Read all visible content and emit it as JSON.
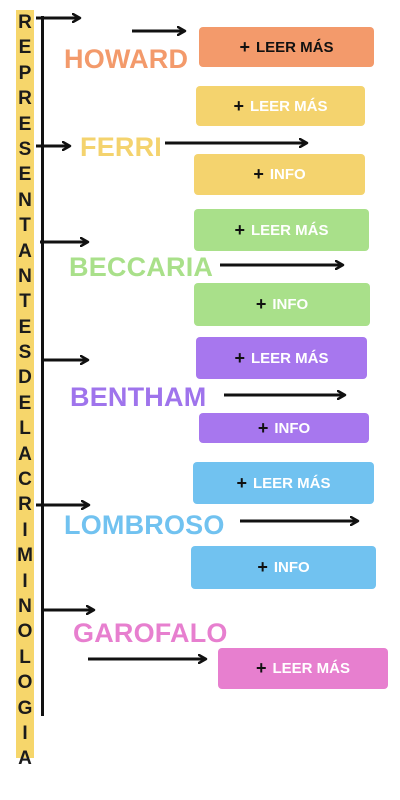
{
  "vertical_title": "REPRESENTANTESDELACRIMINOLOGIA",
  "plus_glyph": "+",
  "names": {
    "howard": "HOWARD",
    "ferri": "FERRI",
    "beccaria": "BECCARIA",
    "bentham": "BENTHAM",
    "lombroso": "LOMBROSO",
    "garofalo": "GAROFALO"
  },
  "buttons": {
    "howard_leer": "LEER MÁS",
    "ferri_leer": "LEER MÁS",
    "ferri_info": "INFO",
    "beccaria_leer": "LEER MÁS",
    "beccaria_info": "INFO",
    "bentham_leer": "LEER MÁS",
    "bentham_info": "INFO",
    "lombroso_leer": "LEER MÁS",
    "lombroso_info": "INFO",
    "garofalo_leer": "LEER MÁS"
  },
  "colors": {
    "howard": "#f39a6b",
    "ferri": "#f4d36e",
    "beccaria": "#a9e08a",
    "bentham": "#a777ee",
    "lombroso": "#71c2f0",
    "garofalo": "#e77fcf",
    "strip": "#f6d66b"
  }
}
